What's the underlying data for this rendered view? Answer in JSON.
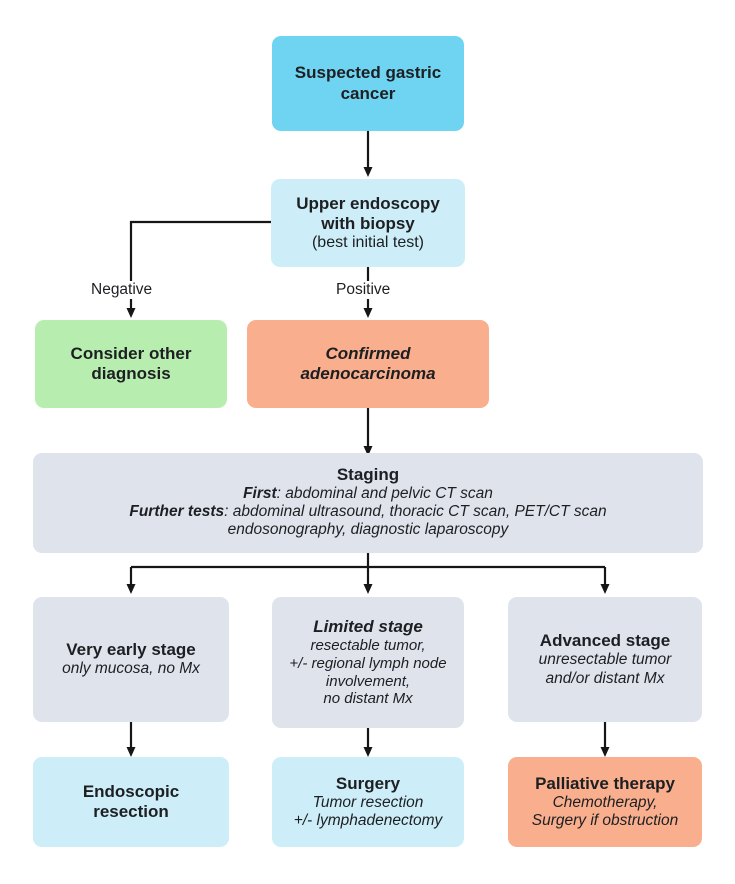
{
  "diagram": {
    "title": "Suspected gastric cancer diagnostic and treatment algorithm",
    "colors": {
      "cyan": "#6FD3F2",
      "light_blue": "#CDEEF8",
      "green": "#B8EDB0",
      "salmon": "#F9AF8D",
      "grey": "#DFE3EC",
      "line": "#161616",
      "text": "#1d1f22",
      "background": "#ffffff"
    },
    "nodes": {
      "suspected": {
        "line1": "Suspected gastric",
        "line2": "cancer"
      },
      "endoscopy": {
        "line1": "Upper endoscopy",
        "line2": "with biopsy",
        "line3": "(best initial test)"
      },
      "consider_other": {
        "line1": "Consider other",
        "line2": "diagnosis"
      },
      "confirmed": {
        "line1": "Confirmed",
        "line2": "adenocarcinoma"
      },
      "staging": {
        "title": "Staging",
        "first_label": "First",
        "first_text": ": abdominal and pelvic CT scan",
        "further_label": "Further tests",
        "further_text": ": abdominal ultrasound, thoracic CT scan, PET/CT scan",
        "further_text2": "endosonography, diagnostic laparoscopy"
      },
      "very_early": {
        "line1": "Very early stage",
        "line2": "only mucosa, no Mx"
      },
      "limited": {
        "line1": "Limited stage",
        "line2": "resectable tumor,",
        "line3": "+/- regional lymph node",
        "line4": "involvement,",
        "line5": "no distant Mx"
      },
      "advanced": {
        "line1": "Advanced stage",
        "line2": "unresectable tumor",
        "line3": "and/or distant Mx"
      },
      "endoscopic_resection": {
        "line1": "Endoscopic",
        "line2": "resection"
      },
      "surgery": {
        "line1": "Surgery",
        "line2": "Tumor resection",
        "line3": "+/- lymphadenectomy"
      },
      "palliative": {
        "line1": "Palliative therapy",
        "line2": "Chemotherapy,",
        "line3": "Surgery if obstruction"
      }
    },
    "edge_labels": {
      "negative": "Negative",
      "positive": "Positive"
    }
  }
}
